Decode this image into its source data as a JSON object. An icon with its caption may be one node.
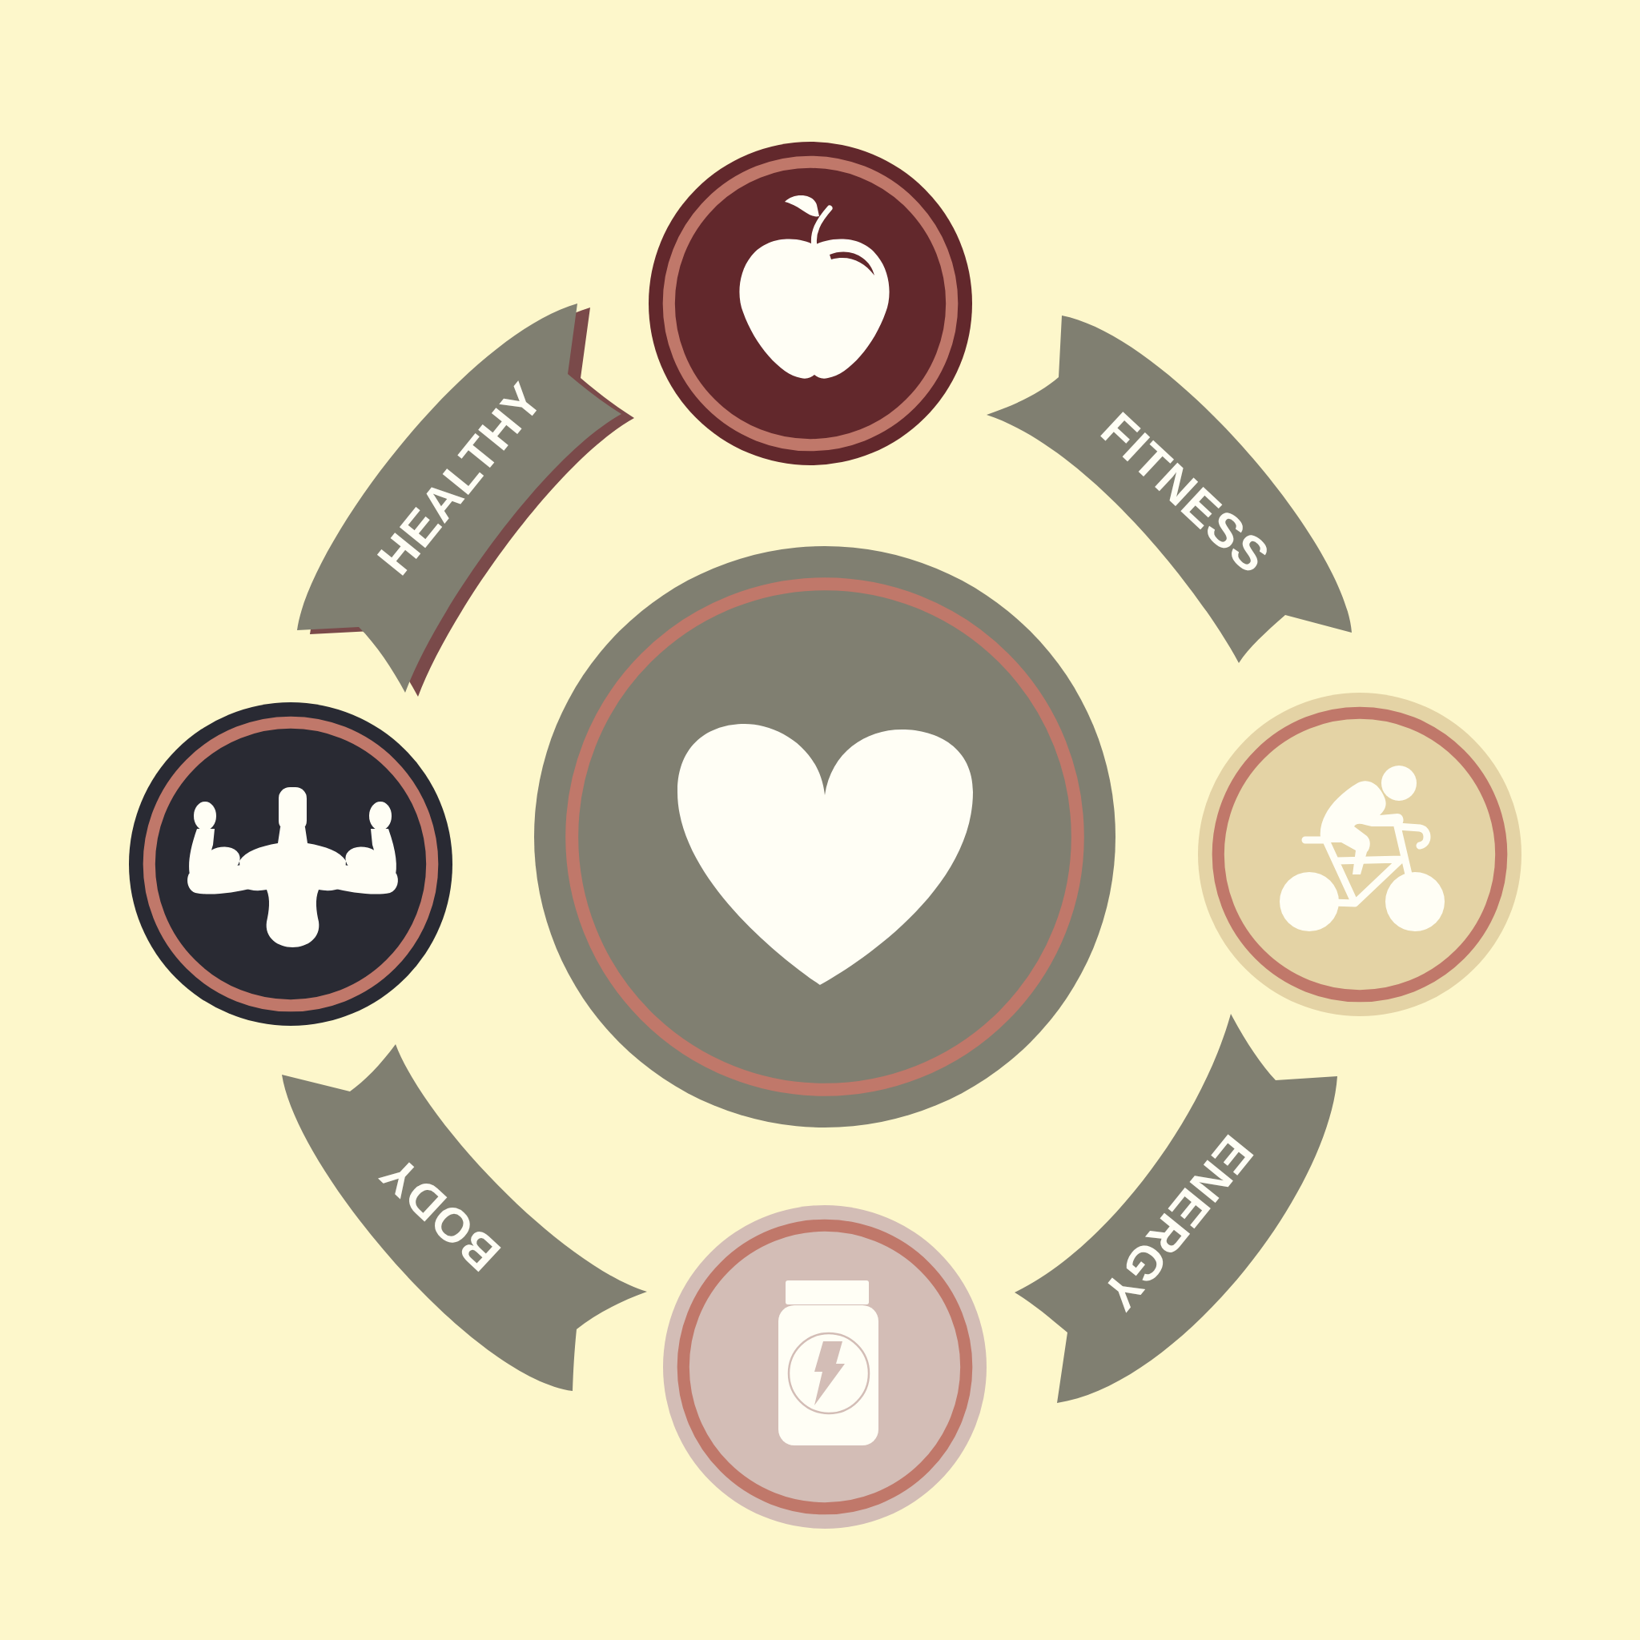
{
  "diagram": {
    "nodes": [
      {
        "text": [],
        "shape": "circle"
      },
      {
        "text": [
          "HEALTHY"
        ]
      },
      {
        "text": [
          "FITNESS"
        ]
      },
      {
        "text": [],
        "shape": "circle"
      },
      {
        "text": [],
        "shape": "circle"
      },
      {
        "text": [],
        "shape": "circle"
      },
      {
        "text": [
          "BODY"
        ]
      },
      {
        "text": [
          "ENERGY"
        ]
      },
      {
        "text": [],
        "shape": "circle"
      }
    ]
  }
}
